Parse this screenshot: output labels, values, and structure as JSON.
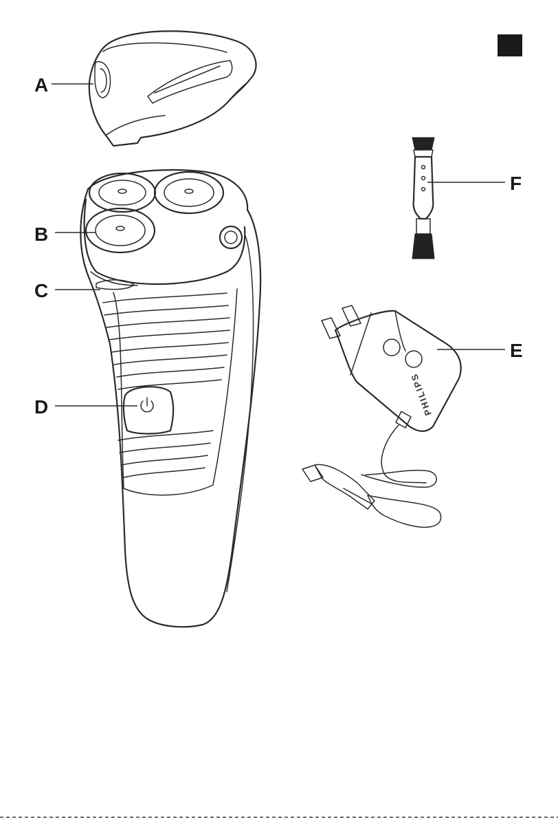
{
  "section_marker": {
    "color": "#1a1a1a"
  },
  "labels": {
    "A": "A",
    "B": "B",
    "C": "C",
    "D": "D",
    "E": "E",
    "F": "F"
  },
  "adapter": {
    "brand": "PHILIPS"
  },
  "icons": {
    "on_off": "power-icon",
    "adapter_symbol_1": "shaver-symbol-icon",
    "adapter_symbol_2": "safety-symbol-icon"
  }
}
